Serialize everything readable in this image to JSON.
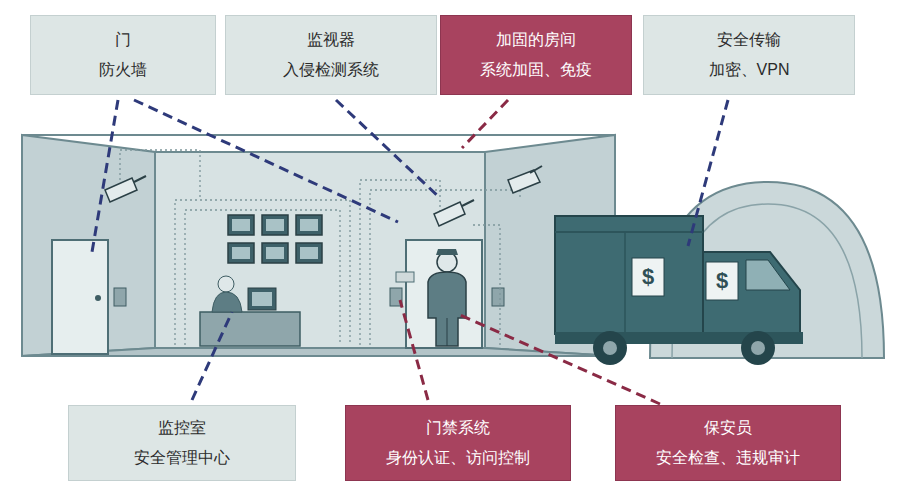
{
  "diagram": {
    "nodes": [
      {
        "text": [
          "门",
          "防火墙"
        ]
      },
      {
        "text": [
          "监视器",
          "入侵检测系统"
        ]
      },
      {
        "text": [
          "加固的房间",
          "系统加固、免疫"
        ]
      },
      {
        "text": [
          "安全传输",
          "加密、VPN"
        ]
      },
      {
        "text": [
          "监控室",
          "安全管理中心"
        ]
      },
      {
        "text": [
          "门禁系统",
          "身份认证、访问控制"
        ]
      },
      {
        "text": [
          "保安员",
          "安全检查、违规审计"
        ]
      }
    ],
    "labels": [
      "$",
      "$"
    ]
  }
}
